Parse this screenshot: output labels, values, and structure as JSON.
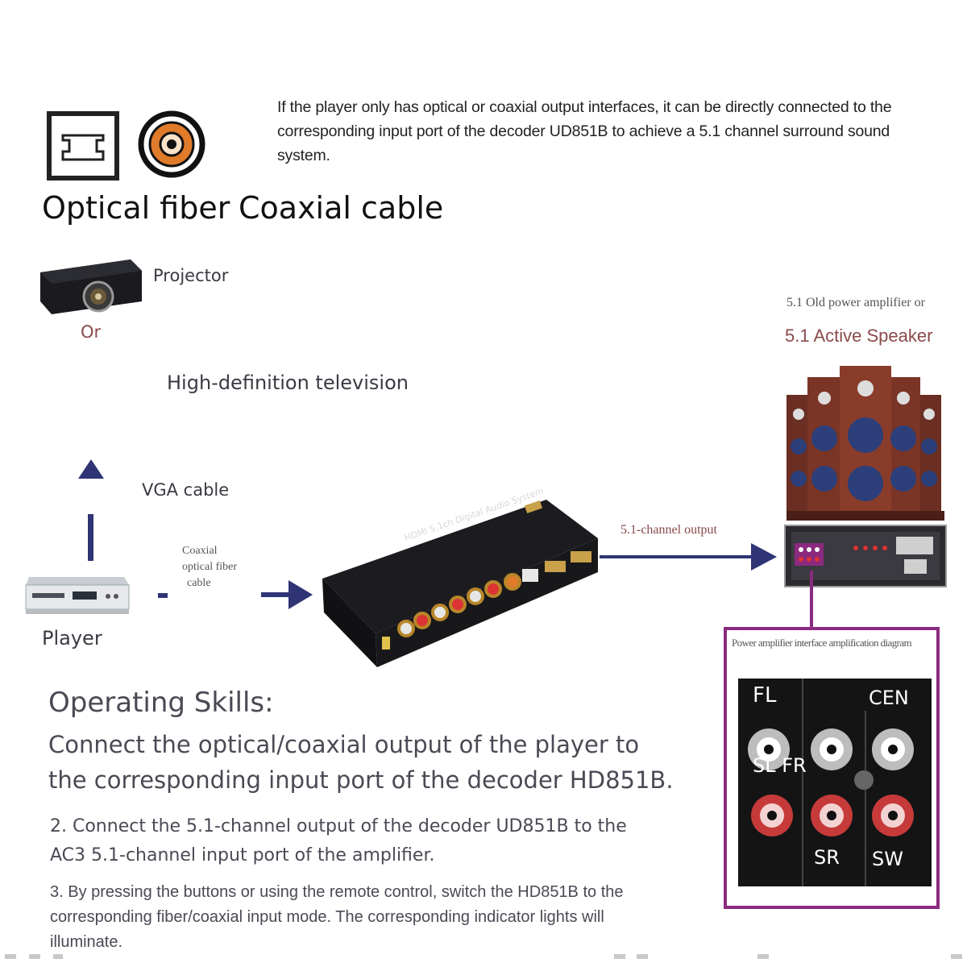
{
  "intro_text": "If the player only has optical or coaxial output interfaces, it can be directly connected to the corresponding input port of the decoder UD851B to achieve a 5.1 channel surround sound system.",
  "icons": {
    "optical_label": "Optical fiber",
    "coaxial_label": "Coaxial cable"
  },
  "source": {
    "projector_label": "Projector",
    "or_label": "Or",
    "tv_label": "High-definition television",
    "vga_label": "VGA cable",
    "player_label": "Player"
  },
  "cable_label": [
    "Coaxial",
    "optical fiber",
    "cable"
  ],
  "decoder": {
    "device_title": "HDMI 5.1ch Digital Audio System"
  },
  "output_label": "5.1-channel output",
  "amplifier": {
    "caption_small": "5.1 Old power amplifier or",
    "caption_main": "5.1 Active Speaker"
  },
  "interface_panel": {
    "caption": "Power amplifier interface amplification diagram",
    "labels": {
      "fl": "FL",
      "cen": "CEN",
      "sl_fr": "SL FR",
      "sr": "SR",
      "sw": "SW"
    }
  },
  "skills": {
    "title": "Operating Skills:",
    "step1": "Connect the optical/coaxial output of the player to the corresponding input port of the decoder HD851B.",
    "step2": "2. Connect the 5.1-channel output of the decoder UD851B to the AC3 5.1-channel input port of the amplifier.",
    "step3": "3. By pressing the buttons or using the remote control, switch the HD851B to the corresponding fiber/coaxial input mode. The corresponding indicator lights will illuminate."
  },
  "colors": {
    "arrow": "#2f3475",
    "panel_border": "#8b2a7e",
    "maroon_text": "#8a4a4a",
    "speaker_wood": "#6b2e22"
  }
}
